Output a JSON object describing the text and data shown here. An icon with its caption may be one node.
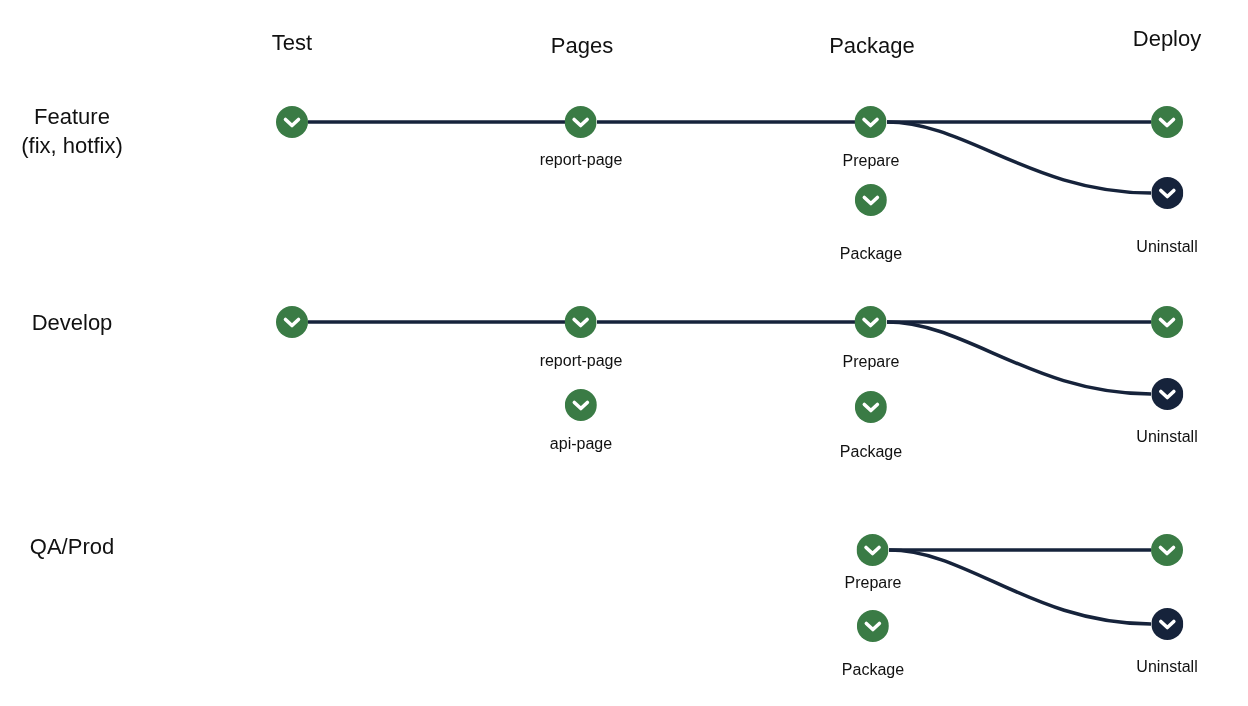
{
  "diagram": {
    "nodes": [
      {
        "text": [],
        "shape": "circle"
      },
      {
        "text": [
          "report-page"
        ]
      },
      {
        "text": [
          "Prepare"
        ]
      },
      {
        "text": [],
        "shape": "circle"
      },
      {
        "text": [
          "Package"
        ]
      },
      {
        "text": [
          "Uninstall"
        ]
      },
      {
        "text": [],
        "shape": "circle"
      },
      {
        "text": [
          "report-page"
        ]
      },
      {
        "text": [
          "Prepare"
        ]
      },
      {
        "text": [],
        "shape": "circle"
      },
      {
        "text": [
          "api-page"
        ]
      },
      {
        "text": [
          "Package"
        ]
      },
      {
        "text": [
          "Uninstall"
        ]
      },
      {
        "text": [
          "Prepare"
        ]
      },
      {
        "text": [],
        "shape": "circle"
      },
      {
        "text": [
          "Package"
        ]
      },
      {
        "text": [
          "Uninstall"
        ]
      }
    ],
    "edges": [
      {
        "from": 0,
        "to": 1,
        "arrow": "none"
      },
      {
        "from": 1,
        "to": 2,
        "arrow": "none"
      },
      {
        "from": 2,
        "to": 3,
        "arrow": "none"
      },
      {
        "from": 2,
        "to": 5,
        "arrow": "none"
      },
      {
        "from": 6,
        "to": 7,
        "arrow": "none"
      },
      {
        "from": 7,
        "to": 8,
        "arrow": "none"
      },
      {
        "from": 8,
        "to": 9,
        "arrow": "none"
      },
      {
        "from": 8,
        "to": 12,
        "arrow": "none"
      },
      {
        "from": 13,
        "to": 14,
        "arrow": "none"
      },
      {
        "from": 13,
        "to": 16,
        "arrow": "none"
      }
    ],
    "labels": [
      "Test",
      "Pages",
      "Package",
      "Deploy",
      "Feature (fix, hotfix)",
      "Develop",
      "QA/Prod"
    ]
  }
}
